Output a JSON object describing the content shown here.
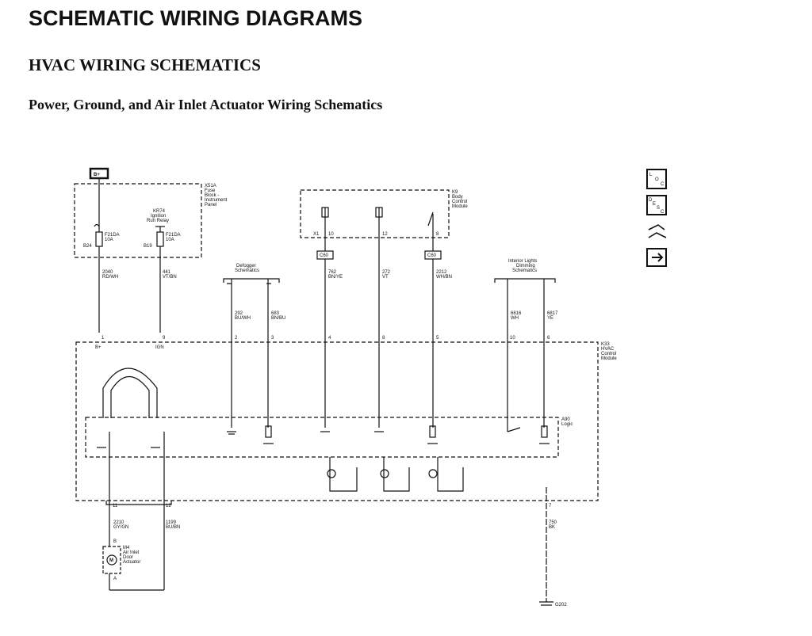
{
  "header": {
    "title": "SCHEMATIC WIRING DIAGRAMS",
    "section": "HVAC WIRING SCHEMATICS",
    "subsection": "Power, Ground, and Air Inlet Actuator Wiring Schematics"
  },
  "diagram": {
    "battery_label": "B+",
    "fuse_block": [
      "X51A",
      "Fuse",
      "Block -",
      "Instrument",
      "Panel"
    ],
    "relay": [
      "KR74",
      "Ignition",
      "Run Relay"
    ],
    "fuse1": {
      "name": "F21DA",
      "rating": "10A",
      "pin": "B24"
    },
    "fuse2": {
      "name": "F21DA",
      "rating": "10A",
      "pin": "B19"
    },
    "wire_2040": {
      "num": "2040",
      "color": "RD/WH"
    },
    "wire_441": {
      "num": "441",
      "color": "VT/BN"
    },
    "defogger_ref": [
      "Defogger",
      "Schematics"
    ],
    "bcm": [
      "K9",
      "Body",
      "Control",
      "Module"
    ],
    "bcm_connector": "X1",
    "bcm_pins": [
      "10",
      "12",
      "8"
    ],
    "c60_a": "C60",
    "c60_b": "C60",
    "wire_762": {
      "num": "762",
      "color": "BN/YE"
    },
    "wire_272": {
      "num": "272",
      "color": "VT"
    },
    "wire_2212": {
      "num": "2212",
      "color": "WH/BN"
    },
    "dimming_ref": [
      "Interior Lights",
      "Dimming",
      "Schematics"
    ],
    "wire_292": {
      "num": "292",
      "color": "BU/WH"
    },
    "wire_683": {
      "num": "683",
      "color": "BN/BU"
    },
    "wire_6816": {
      "num": "6816",
      "color": "WH"
    },
    "wire_6817": {
      "num": "6817",
      "color": "YE"
    },
    "module_pins": [
      "1",
      "9",
      "2",
      "3",
      "4",
      "8",
      "5",
      "10",
      "6"
    ],
    "pin_bplus": "B+",
    "pin_ign": "IGN",
    "hvac_module": [
      "K33",
      "HVAC",
      "Control",
      "Module"
    ],
    "logic": [
      "A90",
      "Logic"
    ],
    "bottom_pins": [
      "11",
      "12",
      "7"
    ],
    "wire_2210": {
      "num": "2210",
      "color": "GY/GN"
    },
    "wire_1199": {
      "num": "1199",
      "color": "BU/BN"
    },
    "wire_750": {
      "num": "750",
      "color": "BK"
    },
    "actuator": [
      "M4",
      "Air Inlet",
      "Door",
      "Actuator"
    ],
    "actuator_pin_b": "B",
    "actuator_pin_a": "A",
    "motor_symbol": "M",
    "ground_label": "G202",
    "nav_icons": [
      "loc-button-icon",
      "desc-button-icon",
      "connector-swap-icon",
      "arrow-right-icon"
    ],
    "loc_letters": [
      "L",
      "O",
      "C"
    ],
    "desc_letters": [
      "D",
      "E",
      "S",
      "C"
    ]
  }
}
